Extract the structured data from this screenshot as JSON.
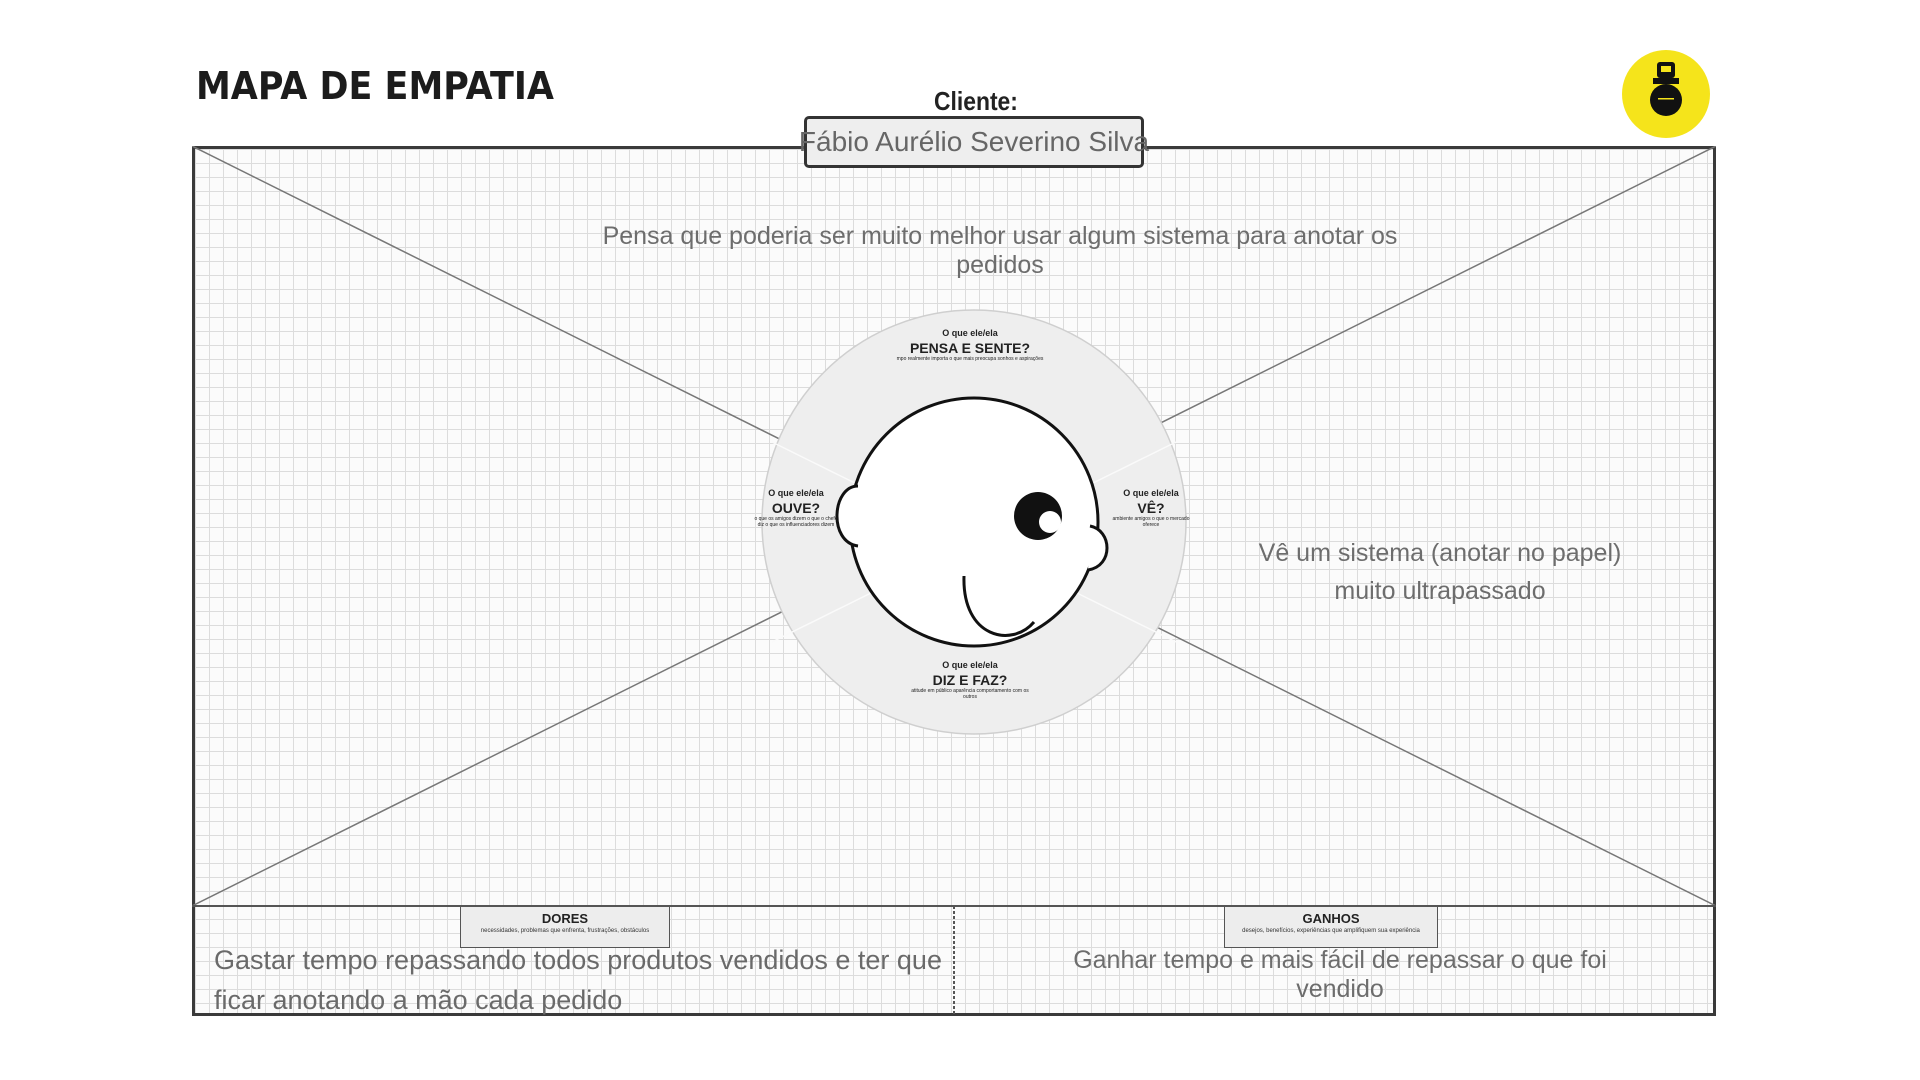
{
  "header": {
    "title": "MAPA DE EMPATIA",
    "client_label": "Cliente:",
    "client_name": "Fábio Aurélio Severino Silva"
  },
  "logo": {
    "icon": "brand-logo-icon",
    "color": "#f5e41b"
  },
  "quadrants": {
    "think_feel": {
      "question": "O que ele/ela",
      "label": "PENSA E SENTE?",
      "hint": "mpo realmente importa o que mais preocupa sonhos e aspirações",
      "note": "Pensa que poderia ser muito melhor usar algum sistema para anotar os pedidos"
    },
    "hear": {
      "question": "O que ele/ela",
      "label": "OUVE?",
      "hint": "o que os amigos dizem o que o chefe diz o que os influenciadores dizem"
    },
    "see": {
      "question": "O que ele/ela",
      "label": "VÊ?",
      "hint": "ambiente amigos o que o mercado oferece",
      "note": "Vê um sistema (anotar no papel) muito ultrapassado"
    },
    "say_do": {
      "question": "O que ele/ela",
      "label": "DIZ E FAZ?",
      "hint": "atitude em público aparência comportamento com os outros"
    }
  },
  "pains": {
    "label": "DORES",
    "hint": "necessidades, problemas que enfrenta, frustrações, obstáculos",
    "note": "Gastar tempo repassando todos produtos vendidos e ter que ficar anotando a mão cada pedido"
  },
  "gains": {
    "label": "GANHOS",
    "hint": "desejos, benefícios, experiências que amplifiquem sua experiência",
    "note": "Ganhar tempo e mais fácil de repassar o que foi vendido"
  },
  "colors": {
    "frame": "#3a3a3a",
    "grid": "#dcdcdc",
    "note_text": "#6d6d6d",
    "circle": "#eeeeee"
  }
}
